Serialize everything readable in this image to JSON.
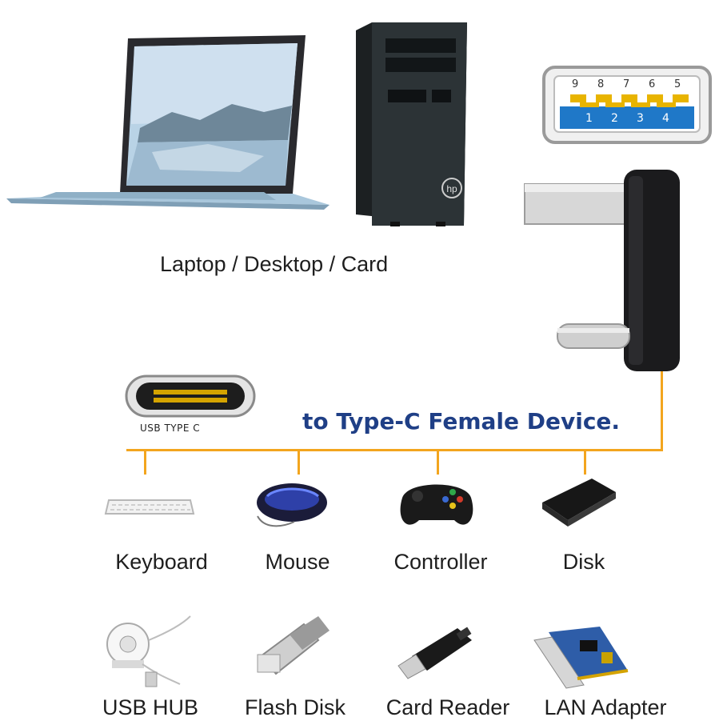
{
  "top": {
    "host_label": "Laptop / Desktop / Card",
    "tower_brand": "hp"
  },
  "usb_a_port": {
    "pins_top": [
      "9",
      "8",
      "7",
      "6",
      "5"
    ],
    "pins_bottom": [
      "1",
      "2",
      "3",
      "4"
    ]
  },
  "type_c": {
    "caption": "USB TYPE C",
    "heading": "to Type-C Female Device."
  },
  "devices_row1": [
    {
      "label": "Keyboard"
    },
    {
      "label": "Mouse"
    },
    {
      "label": "Controller"
    },
    {
      "label": "Disk"
    }
  ],
  "devices_row2": [
    {
      "label": "USB HUB"
    },
    {
      "label": "Flash Disk"
    },
    {
      "label": "Card Reader"
    },
    {
      "label": "LAN Adapter"
    }
  ],
  "colors": {
    "connector_line": "#f3a51e",
    "heading": "#1f3f86",
    "port_blue": "#1f78c8",
    "pin_gold": "#e8b400"
  }
}
